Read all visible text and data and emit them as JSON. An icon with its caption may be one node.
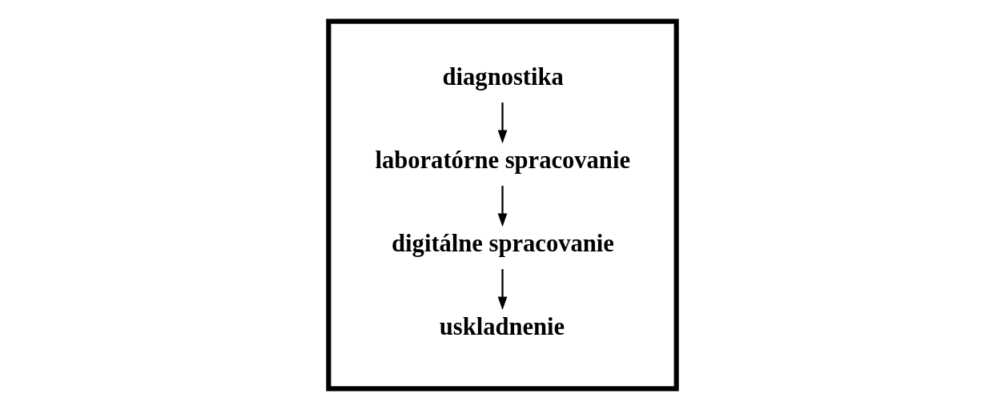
{
  "diagram": {
    "nodes": [
      {
        "text": [],
        "shape": "box"
      },
      {
        "text": [
          "diagnostika"
        ],
        "in": 0
      },
      {
        "text": [
          "laboratórne spracovanie"
        ],
        "in": 0
      },
      {
        "text": [
          "digitálne spracovanie"
        ],
        "in": 0
      },
      {
        "text": [
          "uskladnenie"
        ],
        "in": 0
      }
    ],
    "edges": [
      {
        "from": 1,
        "to": 2,
        "arrow": "to"
      },
      {
        "from": 2,
        "to": 3,
        "arrow": "to"
      },
      {
        "from": 3,
        "to": 4,
        "arrow": "to"
      }
    ]
  }
}
